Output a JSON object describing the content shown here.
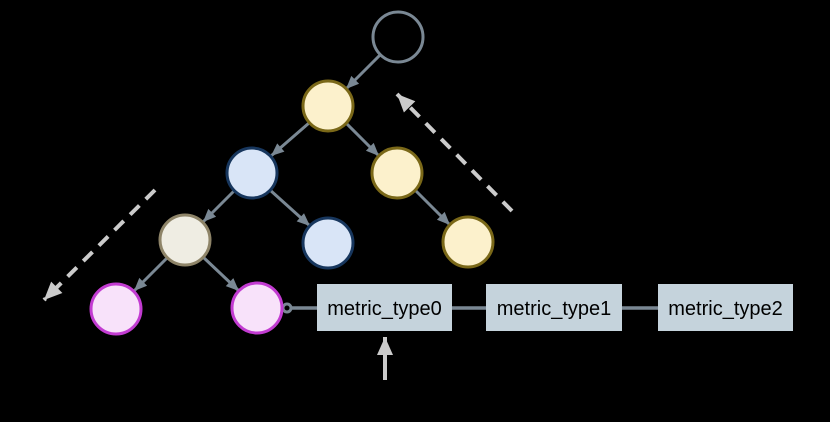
{
  "diagram": {
    "background_color": "#000000",
    "palette": {
      "edge": "#7A8894",
      "guide_arrow": "#CBCBCB",
      "root_stroke": "#7A8894",
      "root_fill": "none",
      "yellow_fill": "#FCF1CC",
      "yellow_stroke": "#7A6818",
      "blue_fill": "#D9E5F7",
      "blue_stroke": "#17365D",
      "tan_fill": "#EFEDE3",
      "tan_stroke": "#8E8468",
      "pink_fill": "#F8E2FA",
      "pink_stroke": "#C23BD1",
      "box_fill": "#C5D3DC",
      "box_text": "#000000"
    },
    "tree": {
      "nodes": [
        {
          "id": "root",
          "style": "outline",
          "parent": null
        },
        {
          "id": "yellow-1",
          "style": "yellow",
          "parent": "root"
        },
        {
          "id": "blue-1",
          "style": "blue",
          "parent": "yellow-1"
        },
        {
          "id": "yellow-2",
          "style": "yellow",
          "parent": "yellow-1"
        },
        {
          "id": "tan-1",
          "style": "tan",
          "parent": "blue-1"
        },
        {
          "id": "blue-2",
          "style": "blue",
          "parent": "blue-1"
        },
        {
          "id": "yellow-3",
          "style": "yellow",
          "parent": "yellow-2"
        },
        {
          "id": "pink-1",
          "style": "pink",
          "parent": "tan-1"
        },
        {
          "id": "pink-2",
          "style": "pink",
          "parent": "tan-1"
        }
      ]
    },
    "linked_list": {
      "items": [
        "metric_type0",
        "metric_type1",
        "metric_type2"
      ],
      "attached_to_node": "pink-2"
    },
    "annotations": {
      "dashed_arrow_left": "points down-left",
      "dashed_arrow_right": "points up-left",
      "up_arrow_points_to": "metric_type0"
    }
  }
}
